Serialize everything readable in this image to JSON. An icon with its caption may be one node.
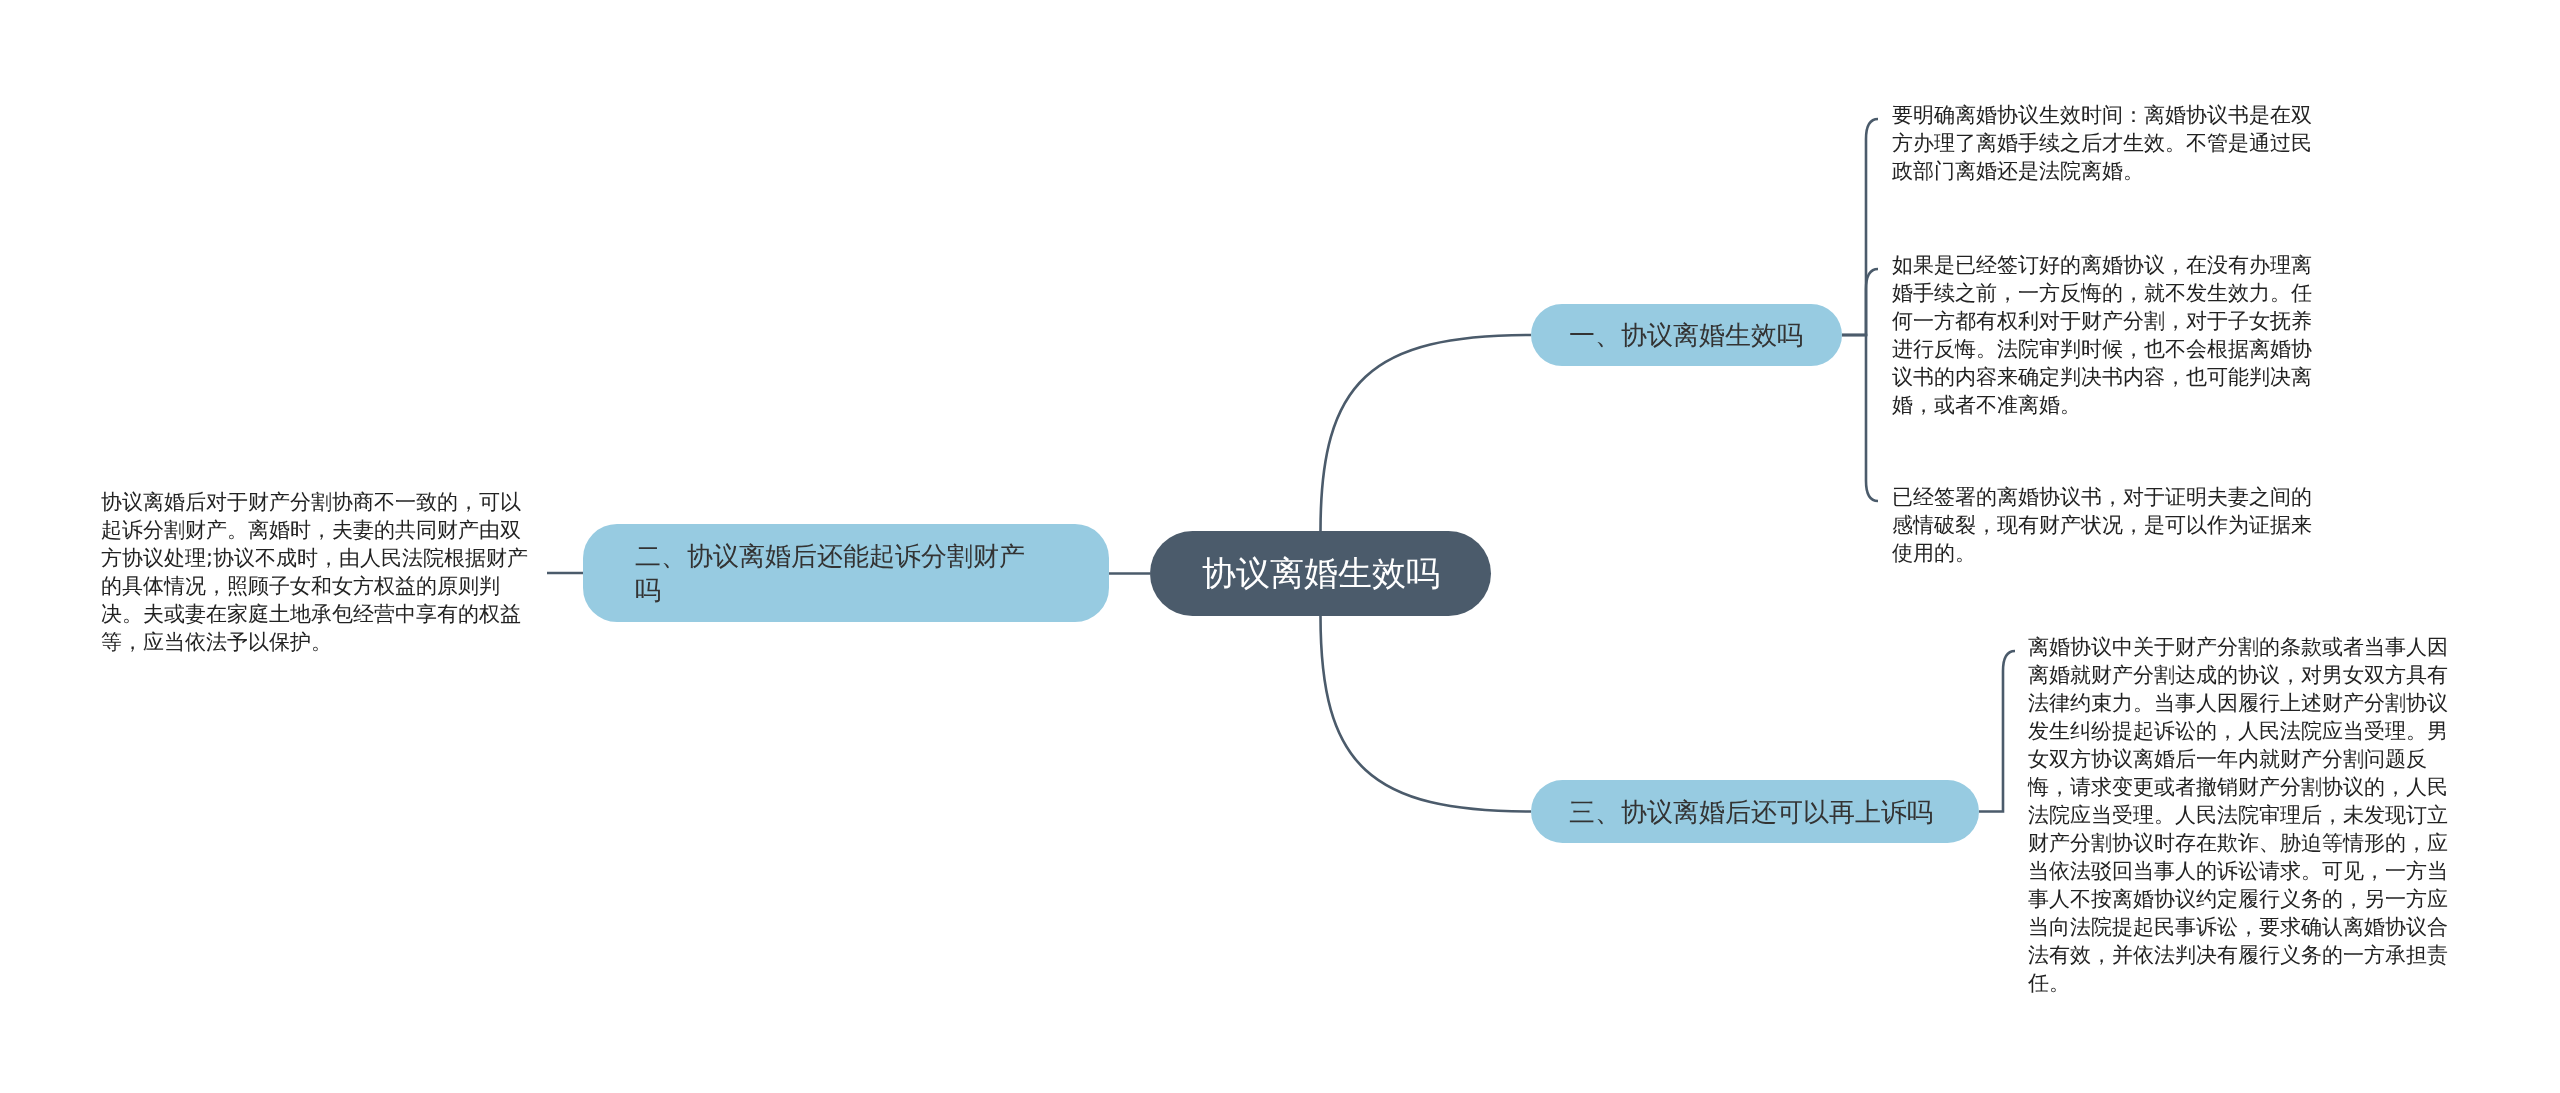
{
  "diagram": {
    "nodes": [
      {
        "text": [
          "协议离婚生效吗"
        ]
      },
      {
        "text": [
          "一、协议离婚生效吗"
        ]
      },
      {
        "text": [
          "要明确离婚协议生效时间：离婚协议书是在双方办理了离婚手续之后才生效。不管是通过民政部门离婚还是法院离婚。"
        ]
      },
      {
        "text": [
          "如果是已经签订好的离婚协议，在没有办理离婚手续之前，一方反悔的，就不发生效力。任何一方都有权利对于财产分割，对于子女抚养进行反悔。法院审判时候，也不会根据离婚协议书的内容来确定判决书内容，也可能判决离婚，或者不准离婚。"
        ]
      },
      {
        "text": [
          "已经签署的离婚协议书，对于证明夫妻之间的感情破裂，现有财产状况，是可以作为证据来使用的。"
        ]
      },
      {
        "text": [
          "二、协议离婚后还能起诉分割财产吗"
        ]
      },
      {
        "text": [
          "协议离婚后对于财产分割协商不一致的，可以起诉分割财产。离婚时，夫妻的共同财产由双方协议处理;协议不成时，由人民法院根据财产的具体情况，照顾子女和女方权益的原则判决。夫或妻在家庭土地承包经营中享有的权益等，应当依法予以保护。"
        ]
      },
      {
        "text": [
          "三、协议离婚后还可以再上诉吗"
        ]
      },
      {
        "text": [
          "离婚协议中关于财产分割的条款或者当事人因离婚就财产分割达成的协议，对男女双方具有法律约束力。当事人因履行上述财产分割协议发生纠纷提起诉讼的，人民法院应当受理。男女双方协议离婚后一年内就财产分割问题反悔，请求变更或者撤销财产分割协议的，人民法院应当受理。人民法院审理后，未发现订立财产分割协议时存在欺诈、胁迫等情形的，应当依法驳回当事人的诉讼请求。可见，一方当事人不按离婚协议约定履行义务的，另一方应当向法院提起民事诉讼，要求确认离婚协议合法有效，并依法判决有履行义务的一方承担责任。"
        ]
      }
    ],
    "edges": [
      {
        "from": 0,
        "to": 1,
        "arrow": "none"
      },
      {
        "from": 1,
        "to": 2,
        "arrow": "none"
      },
      {
        "from": 1,
        "to": 3,
        "arrow": "none"
      },
      {
        "from": 1,
        "to": 4,
        "arrow": "none"
      },
      {
        "from": 0,
        "to": 5,
        "arrow": "none"
      },
      {
        "from": 5,
        "to": 6,
        "arrow": "none"
      },
      {
        "from": 0,
        "to": 7,
        "arrow": "none"
      },
      {
        "from": 7,
        "to": 8,
        "arrow": "none"
      }
    ]
  }
}
